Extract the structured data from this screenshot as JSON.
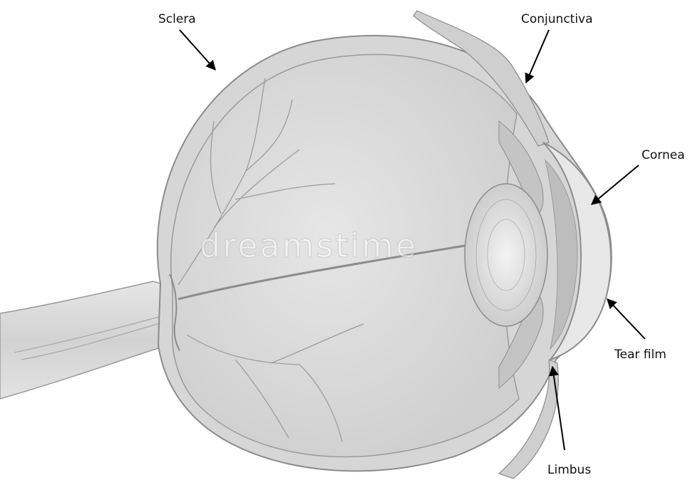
{
  "labels": {
    "sclera": "Sclera",
    "conjunctiva": "Conjunctiva",
    "cornea": "Cornea",
    "tear_film": "Tear film",
    "limbus": "Limbus"
  },
  "watermark": "dreamstime",
  "colors": {
    "tissue": "#dcdcdc",
    "outline": "#8c8c8c",
    "text": "#111111",
    "background": "#ffffff"
  }
}
